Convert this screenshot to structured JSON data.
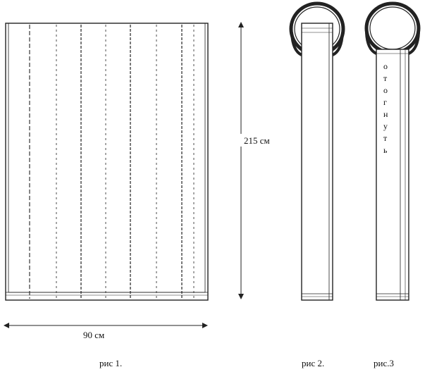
{
  "figures": {
    "fig1_caption": "рис 1.",
    "fig2_caption": "рис 2.",
    "fig3_caption": "рис.3"
  },
  "dimensions": {
    "height": "215 см",
    "width": "90 см"
  },
  "fold_instruction": [
    "о",
    "т",
    "о",
    "г",
    "н",
    "у",
    "т",
    "ь"
  ],
  "colors": {
    "line": "#222222",
    "background": "#ffffff"
  }
}
